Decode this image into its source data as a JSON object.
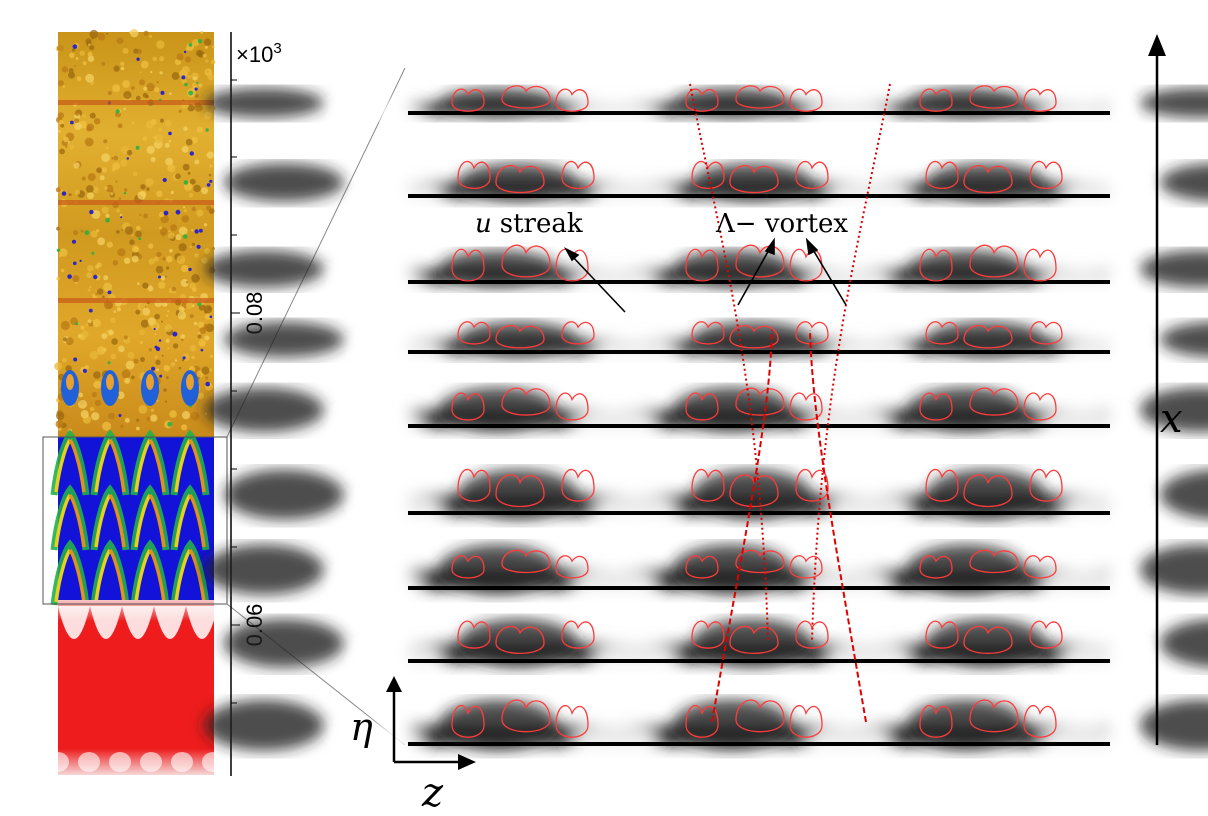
{
  "figure": {
    "scale_label": "×10",
    "scale_exponent": "3",
    "tick_labels": [
      "0.08",
      "0.06"
    ],
    "annotations": {
      "streak_var": "u",
      "streak_word": "streak",
      "vortex": "Λ− vortex"
    },
    "axes": {
      "eta": "η",
      "z": "z",
      "x": "x"
    },
    "colors": {
      "contour": "#ff3b3b",
      "guide": "#e00000",
      "laminar": "#ee1c1c",
      "vortex_blue": "#1010e0",
      "turbulent": "#d8a020"
    },
    "slices": 9
  }
}
